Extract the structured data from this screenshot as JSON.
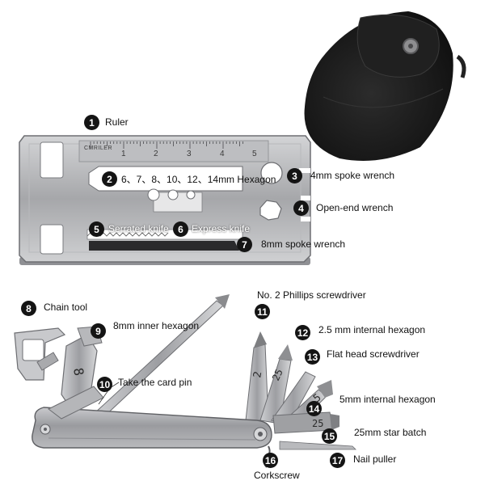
{
  "ruler": {
    "brand": "CMRILER",
    "ticks": [
      "1",
      "2",
      "3",
      "4",
      "5"
    ]
  },
  "callouts": [
    {
      "num": "1",
      "text": "Ruler"
    },
    {
      "num": "2",
      "text": "6、7、8、10、12、14mm Hexagon"
    },
    {
      "num": "3",
      "text": "4mm spoke wrench"
    },
    {
      "num": "4",
      "text": "Open-end wrench"
    },
    {
      "num": "5",
      "text": "Serrated knife"
    },
    {
      "num": "6",
      "text": "Express knife"
    },
    {
      "num": "7",
      "text": "8mm spoke wrench"
    },
    {
      "num": "8",
      "text": "Chain tool"
    },
    {
      "num": "9",
      "text": "8mm inner hexagon"
    },
    {
      "num": "10",
      "text": "Take the card pin"
    },
    {
      "num": "11",
      "text": "No. 2 Phillips screwdriver"
    },
    {
      "num": "12",
      "text": "2.5 mm internal hexagon"
    },
    {
      "num": "13",
      "text": "Flat head screwdriver"
    },
    {
      "num": "14",
      "text": "5mm internal hexagon"
    },
    {
      "num": "15",
      "text": "25mm star batch"
    },
    {
      "num": "16",
      "text": "Corkscrew"
    },
    {
      "num": "17",
      "text": "Nail puller"
    }
  ],
  "bit_marks": {
    "phillips": "2",
    "hex25": "25",
    "hex5": "5",
    "star": "25",
    "chain_hex": "8"
  },
  "colors": {
    "marker": "#141414",
    "steel": "#a9aaad",
    "steel_dark": "#7b7c80",
    "pouch": "#181818"
  }
}
